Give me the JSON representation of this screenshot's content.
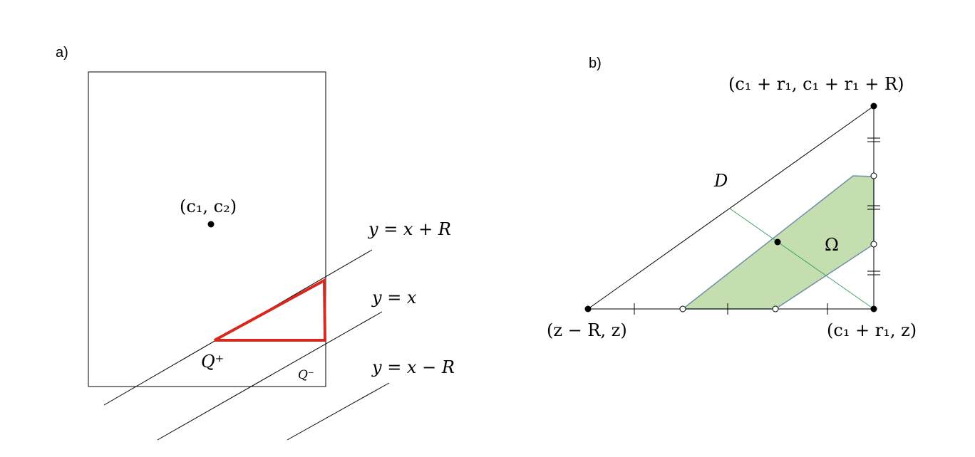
{
  "panel_a": {
    "label": "a)",
    "center_label": "(c₁, c₂)",
    "line_labels": {
      "upper": "y = x + R",
      "middle": "y = x",
      "lower": "y = x − R"
    },
    "q_plus": "Q⁺",
    "q_minus": "Q⁻",
    "triangle_color": "#d42a20"
  },
  "panel_b": {
    "label": "b)",
    "top_vertex_label": "(c₁ + r₁, c₁ + r₁ + R)",
    "left_vertex_label": "(z − R, z)",
    "right_vertex_label": "(c₁ + r₁, z)",
    "hypotenuse_label": "D",
    "region_label": "Ω",
    "region_fill": "#c5deb0",
    "region_stroke": "#6f8fa8",
    "normal_line_color": "#3aa564"
  }
}
